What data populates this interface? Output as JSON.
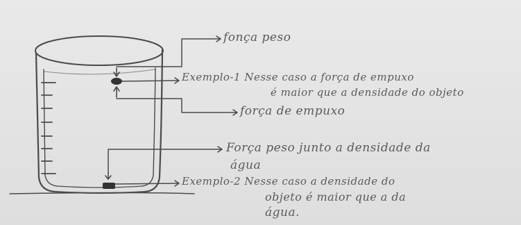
{
  "labels": {
    "forca_peso_1": "fonça peso",
    "exemplo_1_line1": "Exemplo-1 Nesse caso a força de empuxo",
    "exemplo_1_line2": "é maior que a densidade do objeto",
    "forca_empuxo": "força de empuxo",
    "forca_peso_2_line1": "Força peso junto a densidade da",
    "forca_peso_2_line2": "água",
    "exemplo_2_line1": "Exemplo-2 Nesse caso a densidade do",
    "exemplo_2_line2": "objeto é maior que a da",
    "exemplo_2_line3": "água."
  },
  "colors": {
    "paper": "#e6e6e6",
    "pencil": "#4a4a4a",
    "text": "#5a5a5a"
  }
}
